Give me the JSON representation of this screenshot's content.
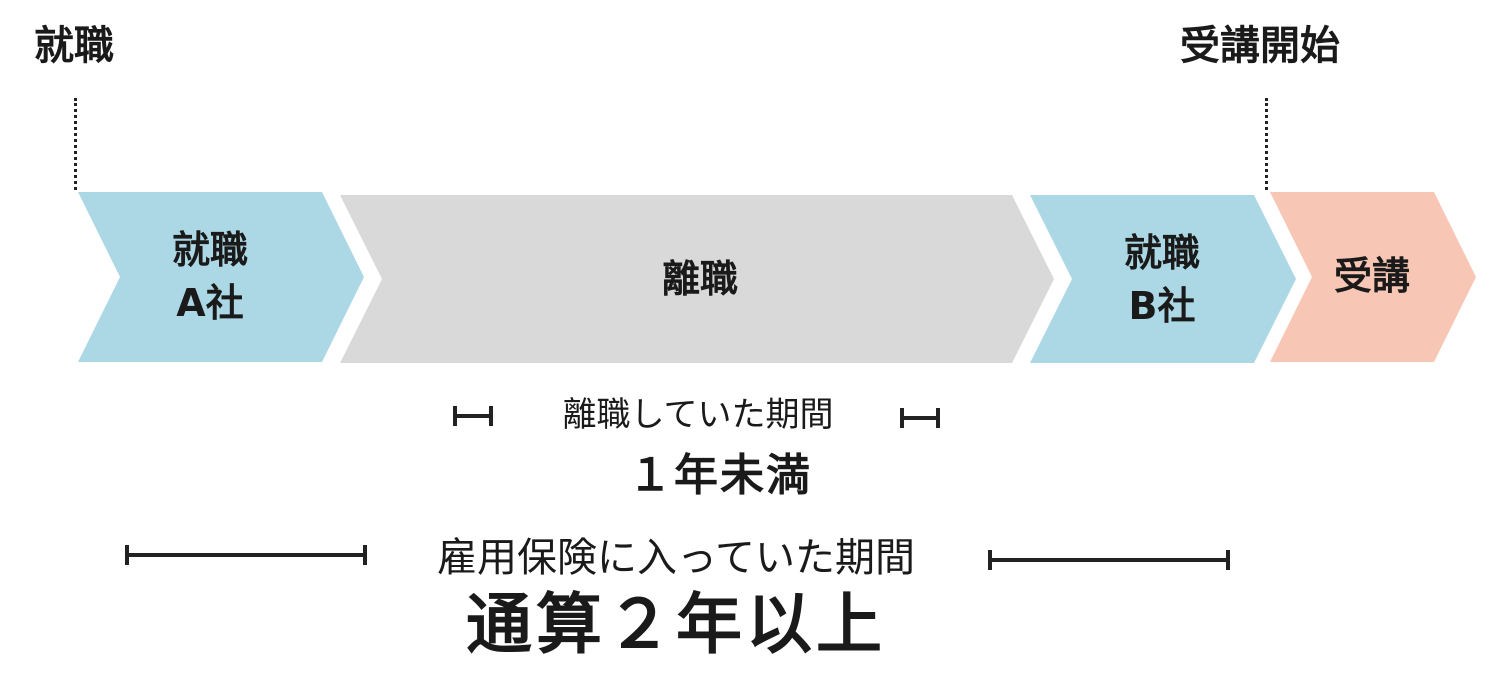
{
  "top_labels": {
    "left": "就職",
    "right": "受講開始"
  },
  "timeline": [
    {
      "line1": "就職",
      "line2": "A社",
      "color": "#acd8e6"
    },
    {
      "line1": "離職",
      "line2": "",
      "color": "#d9d9d9"
    },
    {
      "line1": "就職",
      "line2": "B社",
      "color": "#acd8e6"
    },
    {
      "line1": "受講",
      "line2": "",
      "color": "#f8c6b5"
    }
  ],
  "leave_period": {
    "caption": "離職していた期間",
    "value": "１年未満"
  },
  "insurance_period": {
    "caption": "雇用保険に入っていた期間",
    "value": "通算２年以上"
  }
}
